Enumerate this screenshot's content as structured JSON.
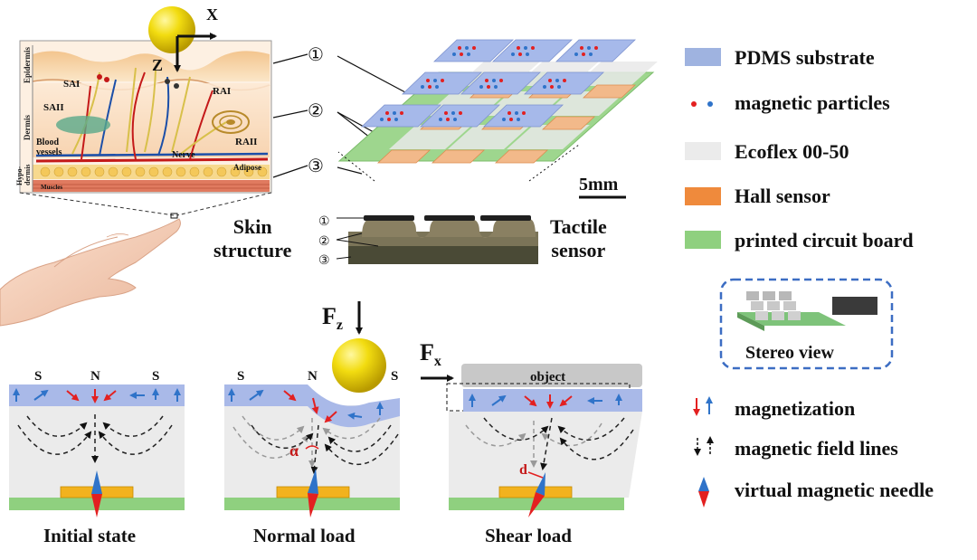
{
  "skin": {
    "axis_x": "X",
    "axis_z": "Z",
    "layer_epidermis": "Epidermis",
    "layer_dermis": "Dermis",
    "layer_hypodermis_1": "Hypo-",
    "layer_hypodermis_2": "dermis",
    "sai": "SAI",
    "saii": "SAII",
    "rai": "RAI",
    "raii": "RAII",
    "blood_1": "Blood",
    "blood_2": "vessels",
    "nerve": "Nerve",
    "adipose": "Adipose",
    "muscles": "Muscles",
    "caption_1": "Skin",
    "caption_2": "structure"
  },
  "layer_numbers": [
    "①",
    "②",
    "③"
  ],
  "sensor": {
    "scale": "5mm",
    "caption_1": "Tactile",
    "caption_2": "sensor",
    "stereo": "Stereo view"
  },
  "legend": [
    {
      "label": "PDMS substrate",
      "color": "#9fb3e0"
    },
    {
      "label": "magnetic particles",
      "color": "#e32020"
    },
    {
      "label": "Ecoflex 00-50",
      "color": "#ebebeb"
    },
    {
      "label": "Hall sensor",
      "color": "#ef8a3c"
    },
    {
      "label": "printed circuit board",
      "color": "#8fd07f"
    }
  ],
  "legend2": [
    {
      "label": "magnetization"
    },
    {
      "label": "magnetic field lines"
    },
    {
      "label": "virtual magnetic needle"
    }
  ],
  "states": {
    "pole_s": "S",
    "pole_n": "N",
    "fz": "F",
    "fz_sub": "z",
    "fx": "F",
    "fx_sub": "x",
    "object": "object",
    "alpha": "α",
    "d": "d",
    "initial": "Initial state",
    "normal": "Normal load",
    "shear": "Shear load"
  },
  "colors": {
    "pdms": "#a9b9e8",
    "ecoflex": "#ebebeb",
    "hall": "#f2b21e",
    "pcb": "#8fd07f",
    "red": "#e32020",
    "blue": "#2f73c9"
  }
}
